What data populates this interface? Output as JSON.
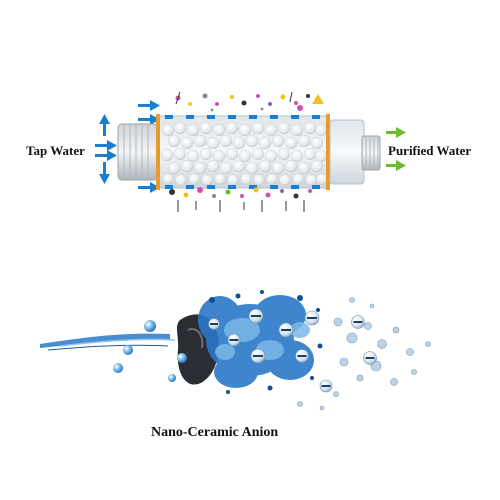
{
  "labels": {
    "tap_water": "Tap Water",
    "purified_water": "Purified Water",
    "anion": "Nano-Ceramic Anion"
  },
  "colors": {
    "arrow_blue": "#1a7fd1",
    "arrow_green": "#6dbb2e",
    "filter_frame": "#e89a2c",
    "water_blue": "#2a78c8"
  },
  "icons": {
    "ion_symbol": "minus-sign"
  }
}
